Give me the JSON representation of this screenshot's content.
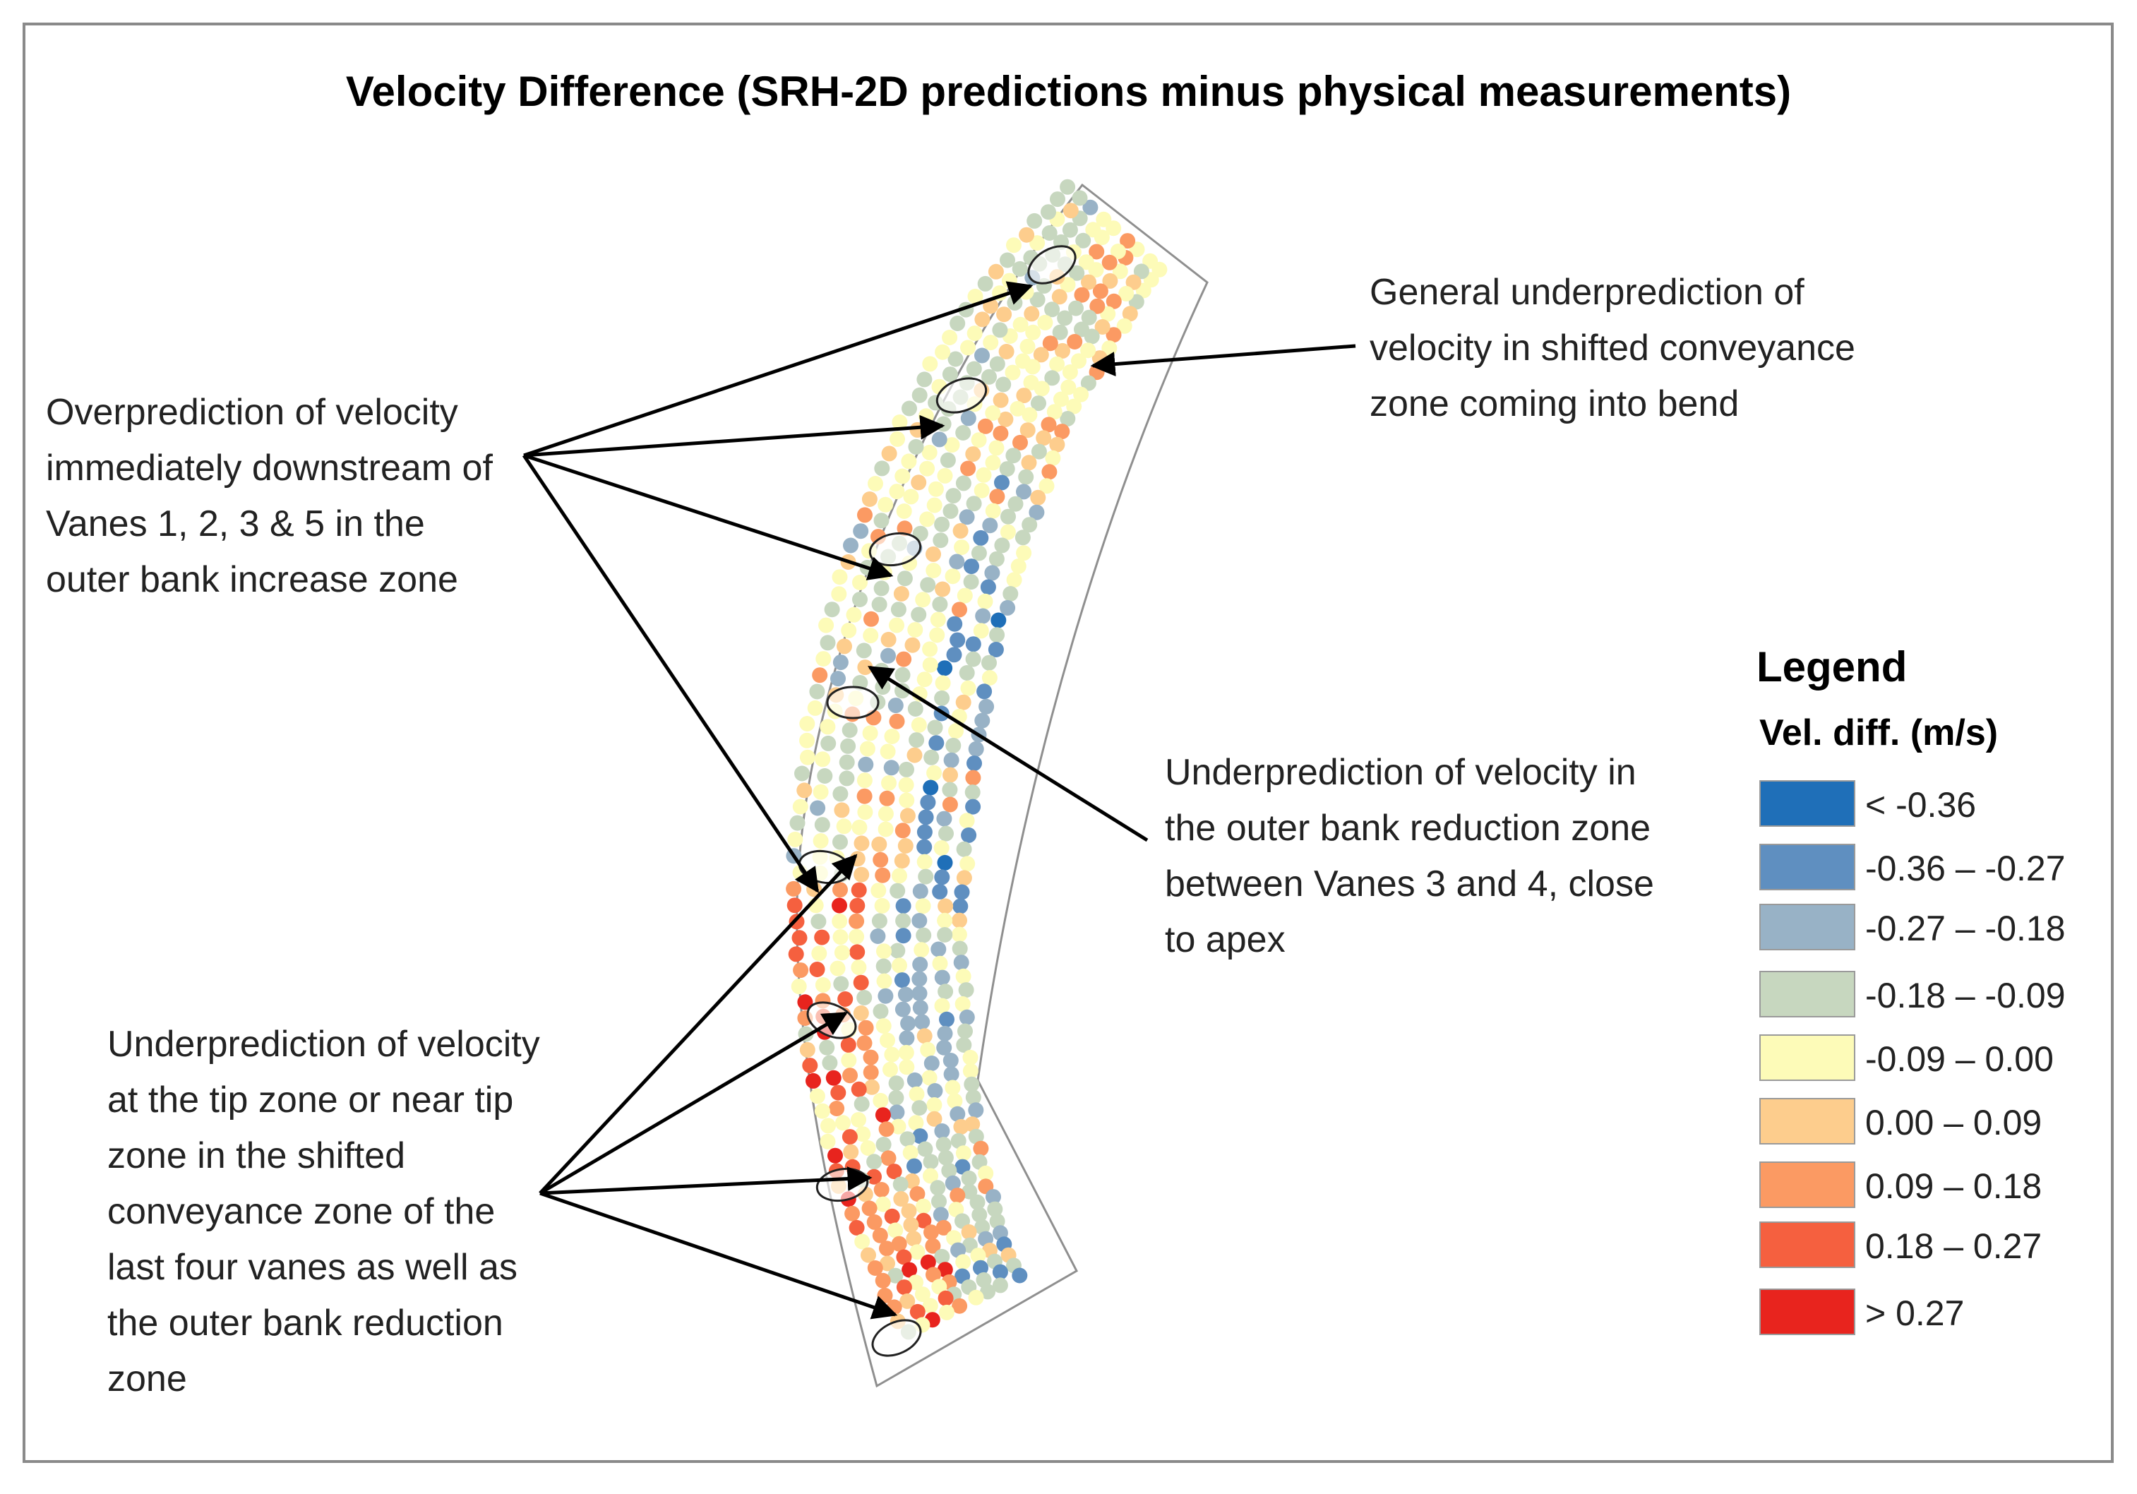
{
  "title": "Velocity Difference (SRH-2D predictions minus physical measurements)",
  "annotations": {
    "overprediction": [
      "Overprediction of velocity",
      "immediately downstream of",
      "Vanes 1, 2, 3 & 5 in the",
      "outer bank increase zone"
    ],
    "general_underprediction": [
      "General underprediction of",
      "velocity in shifted conveyance",
      "zone coming into bend"
    ],
    "outer_bank_reduction": [
      "Underprediction of velocity in",
      "the outer bank reduction zone",
      "between Vanes 3 and 4, close",
      "to apex"
    ],
    "tip_zone": [
      "Underprediction of velocity",
      "at the tip zone or near tip",
      "zone in the shifted",
      "conveyance zone of the",
      "last four vanes as well as",
      "the outer bank reduction",
      "zone"
    ]
  },
  "legend": {
    "title": "Legend",
    "subtitle": "Vel. diff. (m/s)",
    "items": [
      {
        "label": "< -0.36",
        "color": "#1f6fb8"
      },
      {
        "label": "-0.36 – -0.27",
        "color": "#5f8fc0"
      },
      {
        "label": "-0.27 – -0.18",
        "color": "#98b2c6"
      },
      {
        "label": "-0.18 – -0.09",
        "color": "#c7d7bf"
      },
      {
        "label": "-0.09 – 0.00",
        "color": "#fdfbb8"
      },
      {
        "label": "0.00 – 0.09",
        "color": "#fdcd8d"
      },
      {
        "label": "0.09 – 0.18",
        "color": "#fb9a63"
      },
      {
        "label": "0.18 – 0.27",
        "color": "#f5603f"
      },
      {
        "label": "> 0.27",
        "color": "#e8241e"
      }
    ]
  }
}
